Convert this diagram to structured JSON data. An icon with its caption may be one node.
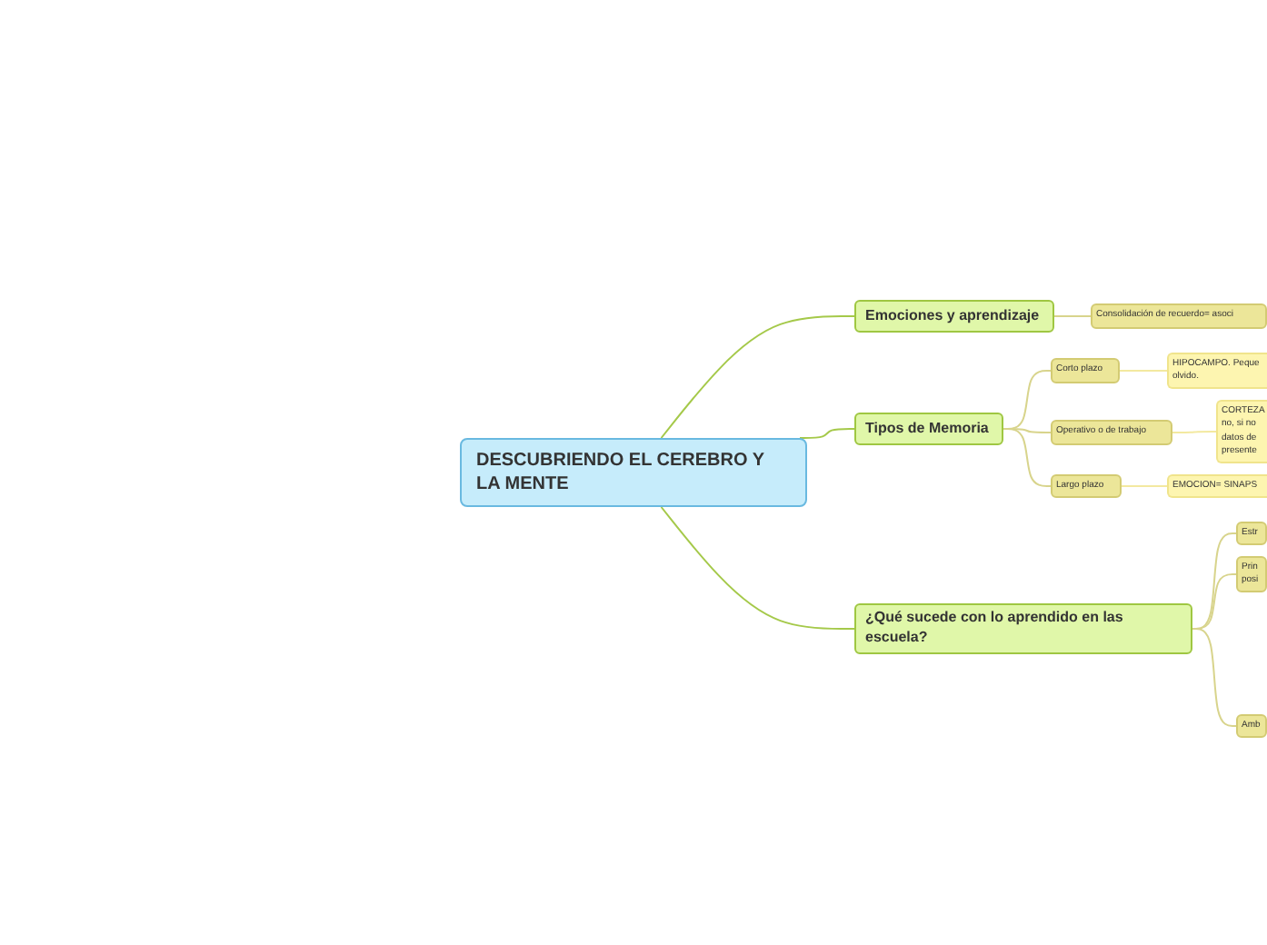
{
  "diagram": {
    "nodes": [
      {
        "text": [
          "DESCUBRIENDO EL CEREBRO Y LA MENTE"
        ]
      },
      {
        "text": [
          "Emociones y aprendizaje"
        ]
      },
      {
        "text": [
          "Consolidación de recuerdo= asoci"
        ]
      },
      {
        "text": [
          "Tipos de Memoria"
        ]
      },
      {
        "text": [
          "Corto plazo"
        ]
      },
      {
        "text": [
          "HIPOCAMPO. Peque olvido."
        ]
      },
      {
        "text": [
          "Operativo o de trabajo"
        ]
      },
      {
        "text": [
          "CORTEZA no, si no datos de presente"
        ]
      },
      {
        "text": [
          "Largo plazo"
        ]
      },
      {
        "text": [
          "EMOCION= SINAPS"
        ]
      },
      {
        "text": [
          "¿Qué sucede con lo aprendido en las escuela?"
        ]
      },
      {
        "text": [
          "Estr"
        ]
      },
      {
        "text": [
          "Prin posi"
        ]
      },
      {
        "text": [
          "Amb"
        ]
      }
    ],
    "edges": [
      {
        "from": 0,
        "to": 1,
        "arrow": "none"
      },
      {
        "from": 0,
        "to": 3,
        "arrow": "none"
      },
      {
        "from": 0,
        "to": 10,
        "arrow": "none"
      },
      {
        "from": 1,
        "to": 2,
        "arrow": "none",
        "color": "#d8d48c"
      },
      {
        "from": 3,
        "to": 4,
        "arrow": "none",
        "color": "#d8d48c"
      },
      {
        "from": 3,
        "to": 6,
        "arrow": "none",
        "color": "#d8d48c"
      },
      {
        "from": 3,
        "to": 8,
        "arrow": "none",
        "color": "#d8d48c"
      },
      {
        "from": 4,
        "to": 5,
        "arrow": "none",
        "color": "#f3e9a0"
      },
      {
        "from": 6,
        "to": 7,
        "arrow": "none",
        "color": "#f3e9a0"
      },
      {
        "from": 8,
        "to": 9,
        "arrow": "none",
        "color": "#f3e9a0"
      },
      {
        "from": 10,
        "to": 11,
        "arrow": "none",
        "color": "#d8d48c"
      },
      {
        "from": 10,
        "to": 12,
        "arrow": "none",
        "color": "#d8d48c"
      },
      {
        "from": 10,
        "to": 13,
        "arrow": "none",
        "color": "#d8d48c"
      }
    ]
  }
}
